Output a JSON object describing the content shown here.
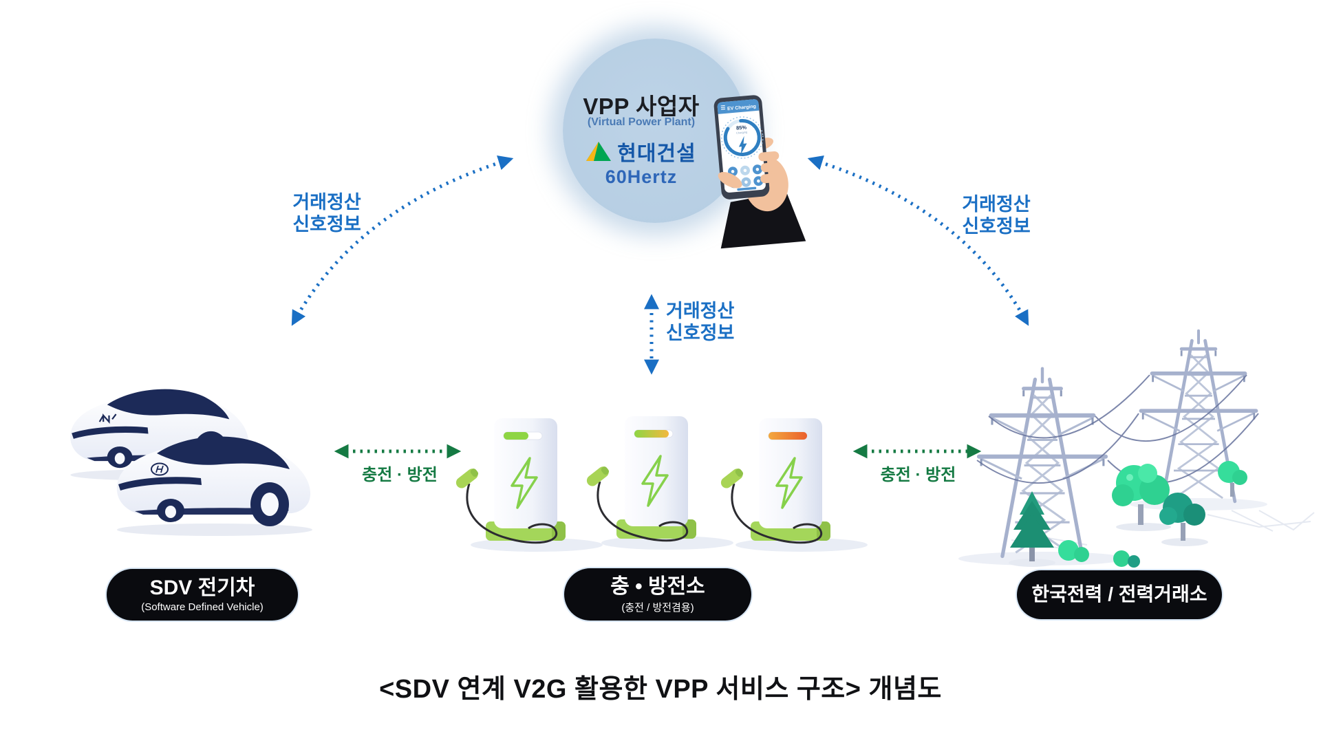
{
  "page": {
    "caption": "<SDV 연계 V2G 활용한 VPP 서비스 구조> 개념도"
  },
  "vpp_node": {
    "title": "VPP 사업자",
    "subtitle": "(Virtual Power Plant)",
    "partner_construction": "현대건설",
    "partner_energy": "60Hertz"
  },
  "phone": {
    "app_title": "EV Charging",
    "charge_percent": "85%",
    "charge_status": "Charging"
  },
  "labels": {
    "settlement_line1": "거래정산",
    "settlement_line2": "신호정보",
    "charge_discharge": "충전 · 방전"
  },
  "nodes": {
    "ev": {
      "title": "SDV 전기차",
      "subtitle": "(Software Defined Vehicle)"
    },
    "station": {
      "title": "충 • 방전소",
      "subtitle": "(충전 / 방전겸용)"
    },
    "grid": {
      "title": "한국전력 / 전력거래소"
    }
  },
  "icons": {
    "charging_bolt": "lightning-bolt",
    "app_menu": "hamburger-menu",
    "hyundai_triangle": "triangle-logo",
    "kia_mark": "kia-logo",
    "hyundai_mark": "hyundai-oval-h"
  },
  "colors": {
    "signal_blue": "#1a6fc4",
    "flow_green": "#157a43",
    "node_pill_bg": "#0a0b0f",
    "vpp_circle": "#b5cde2",
    "hyundai_blue": "#1457a8",
    "hyundai_green": "#00a551",
    "hyundai_yellow": "#f7b617",
    "hertz_blue": "#2d66b8",
    "charger_base_green": "#a4d65a",
    "status_green": "#8ed544",
    "status_amber": "#f0b23e",
    "status_orange": "#e8602a",
    "car_navy": "#1c2a58",
    "tower_gray": "#a6b1cd",
    "tree_mint": "#36dd9b",
    "tree_teal": "#1f9e85"
  }
}
